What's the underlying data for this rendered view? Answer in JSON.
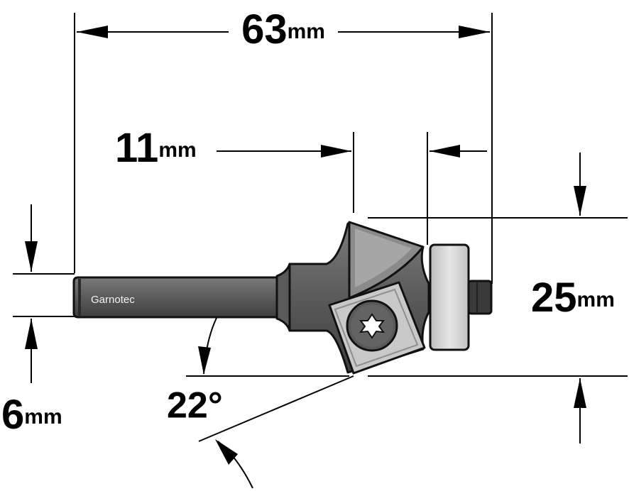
{
  "dimensions": {
    "overall_length": {
      "value": "63",
      "unit": "mm"
    },
    "cutting_length": {
      "value": "11",
      "unit": "mm"
    },
    "diameter": {
      "value": "25",
      "unit": "mm"
    },
    "shank": {
      "value": "6",
      "unit": "mm"
    },
    "angle": {
      "value": "22°"
    }
  },
  "shank_brand": "Garnotec",
  "colors": {
    "steel_dark": "#4d4d4d",
    "steel_mid": "#6a6a6a",
    "steel_light": "#9a9a9a",
    "insert": "#c9c9c9",
    "bearing": "#d6d6d6",
    "screw": "#5a5a5a"
  }
}
